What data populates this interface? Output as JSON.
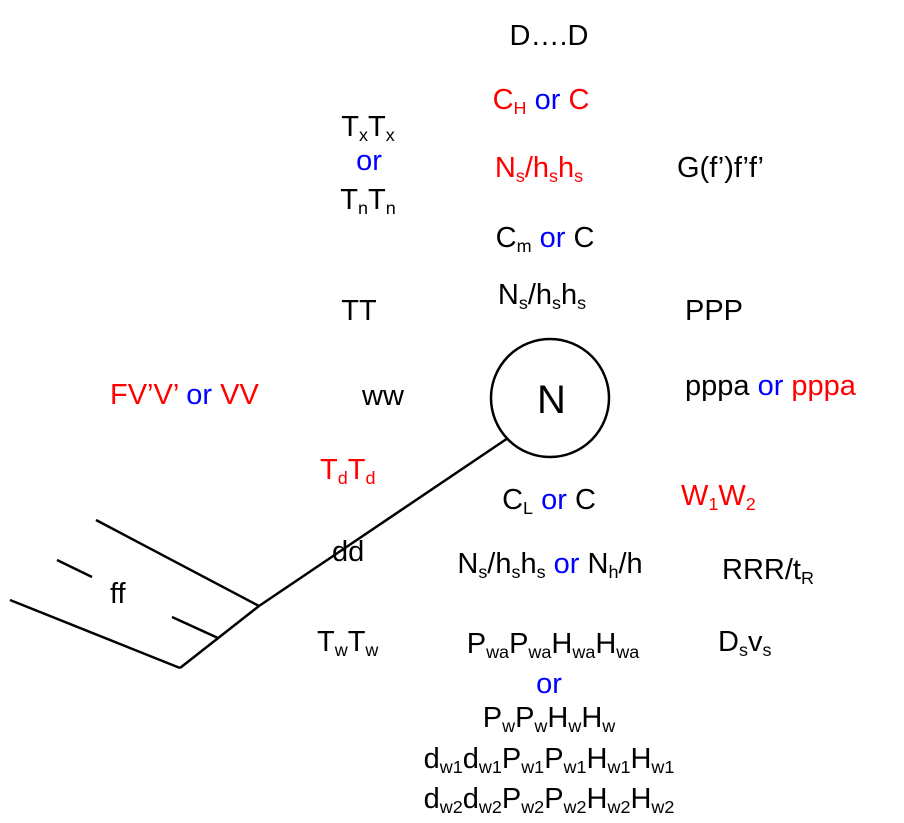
{
  "colors": {
    "black": "#000000",
    "red": "#ff0000",
    "blue": "#0000ff"
  },
  "station": {
    "center_letter": "N"
  },
  "labels": [
    {
      "id": "present-weather-dd",
      "parts": [
        [
          "D….D",
          "black"
        ]
      ]
    },
    {
      "id": "high-cloud",
      "parts": [
        [
          "C",
          "red",
          "H"
        ],
        [
          " or ",
          "blue"
        ],
        [
          "C",
          "red"
        ]
      ]
    },
    {
      "id": "sky-cover-high",
      "parts": [
        [
          "N",
          "red",
          "s"
        ],
        [
          "/h",
          "red"
        ],
        [
          "",
          "red",
          "s"
        ],
        [
          "h",
          "red"
        ],
        [
          "",
          "red",
          "s"
        ]
      ]
    },
    {
      "id": "mid-cloud",
      "parts": [
        [
          "C",
          "black",
          "m"
        ],
        [
          " or ",
          "blue"
        ],
        [
          "C",
          "black"
        ]
      ]
    },
    {
      "id": "sky-cover-mid",
      "parts": [
        [
          "N",
          "black",
          "s"
        ],
        [
          "/h",
          "black"
        ],
        [
          "",
          "black",
          "s"
        ],
        [
          "h",
          "black"
        ],
        [
          "",
          "black",
          "s"
        ]
      ]
    },
    {
      "id": "temp-max-min",
      "parts": [
        [
          "T",
          "black",
          "x"
        ],
        [
          "T",
          "black",
          "x"
        ]
      ]
    },
    {
      "id": "temp-or",
      "parts": [
        [
          "or",
          "blue"
        ]
      ]
    },
    {
      "id": "temp-min",
      "parts": [
        [
          "T",
          "black",
          "n"
        ],
        [
          "T",
          "black",
          "n"
        ]
      ]
    },
    {
      "id": "geopotential",
      "parts": [
        [
          "G(f’)f’f’",
          "black"
        ]
      ]
    },
    {
      "id": "temperature",
      "parts": [
        [
          "TT",
          "black"
        ]
      ]
    },
    {
      "id": "pressure",
      "parts": [
        [
          "PPP",
          "black"
        ]
      ]
    },
    {
      "id": "visibility",
      "parts": [
        [
          "FV’V’",
          "red"
        ],
        [
          " or ",
          "blue"
        ],
        [
          "VV",
          "red"
        ]
      ]
    },
    {
      "id": "present-weather",
      "parts": [
        [
          "ww",
          "black"
        ]
      ]
    },
    {
      "id": "pressure-tendency",
      "parts": [
        [
          "pppa",
          "black"
        ],
        [
          " or ",
          "blue"
        ],
        [
          "pppa",
          "red"
        ]
      ]
    },
    {
      "id": "dewpoint",
      "parts": [
        [
          "T",
          "red",
          "d"
        ],
        [
          "T",
          "red",
          "d"
        ]
      ]
    },
    {
      "id": "low-cloud",
      "parts": [
        [
          "C",
          "black",
          "L"
        ],
        [
          " or ",
          "blue"
        ],
        [
          "C",
          "black"
        ]
      ]
    },
    {
      "id": "past-weather",
      "parts": [
        [
          "W",
          "red",
          "1"
        ],
        [
          "W",
          "red",
          "2"
        ]
      ]
    },
    {
      "id": "wind-direction",
      "parts": [
        [
          "dd",
          "black"
        ]
      ]
    },
    {
      "id": "sky-cover-low",
      "parts": [
        [
          "N",
          "black",
          "s"
        ],
        [
          "/h",
          "black"
        ],
        [
          "",
          "black",
          "s"
        ],
        [
          "h",
          "black"
        ],
        [
          "",
          "black",
          "s"
        ],
        [
          " or ",
          "blue"
        ],
        [
          "N",
          "black",
          "h"
        ],
        [
          "/h",
          "black"
        ]
      ]
    },
    {
      "id": "precipitation",
      "parts": [
        [
          "RRR/t",
          "black",
          "R"
        ]
      ]
    },
    {
      "id": "wind-speed",
      "parts": [
        [
          "ff",
          "black"
        ]
      ]
    },
    {
      "id": "sea-temp",
      "parts": [
        [
          "T",
          "black",
          "w"
        ],
        [
          "T",
          "black",
          "w"
        ]
      ]
    },
    {
      "id": "wave-wa",
      "parts": [
        [
          "P",
          "black",
          "wa"
        ],
        [
          "P",
          "black",
          "wa"
        ],
        [
          "H",
          "black",
          "wa"
        ],
        [
          "H",
          "black",
          "wa"
        ]
      ]
    },
    {
      "id": "ship-motion",
      "parts": [
        [
          "D",
          "black",
          "s"
        ],
        [
          "v",
          "black",
          "s"
        ]
      ]
    },
    {
      "id": "wave-or",
      "parts": [
        [
          "or",
          "blue"
        ]
      ]
    },
    {
      "id": "wave-w",
      "parts": [
        [
          "P",
          "black",
          "w"
        ],
        [
          "P",
          "black",
          "w"
        ],
        [
          "H",
          "black",
          "w"
        ],
        [
          "H",
          "black",
          "w"
        ]
      ]
    },
    {
      "id": "swell-1",
      "parts": [
        [
          "d",
          "black",
          "w1"
        ],
        [
          "d",
          "black",
          "w1"
        ],
        [
          "P",
          "black",
          "w1"
        ],
        [
          "P",
          "black",
          "w1"
        ],
        [
          "H",
          "black",
          "w1"
        ],
        [
          "H",
          "black",
          "w1"
        ]
      ]
    },
    {
      "id": "swell-2",
      "parts": [
        [
          "d",
          "black",
          "w2"
        ],
        [
          "d",
          "black",
          "w2"
        ],
        [
          "P",
          "black",
          "w2"
        ],
        [
          "P",
          "black",
          "w2"
        ],
        [
          "H",
          "black",
          "w2"
        ],
        [
          "H",
          "black",
          "w2"
        ]
      ]
    }
  ]
}
